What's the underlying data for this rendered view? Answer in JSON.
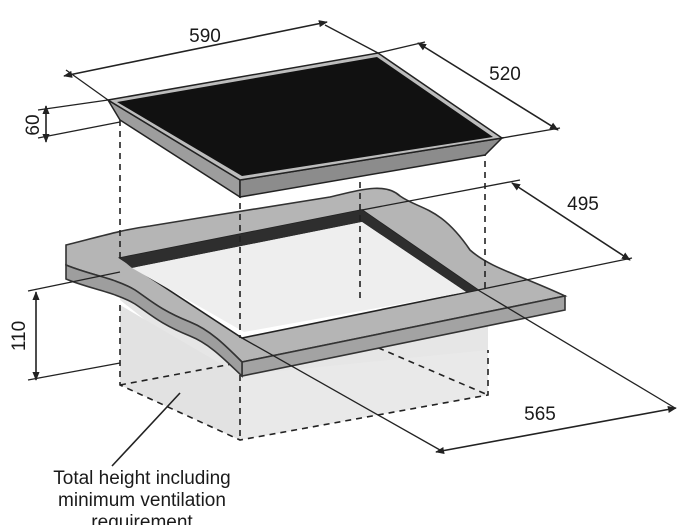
{
  "dimensions": {
    "width_top": "590",
    "depth_top": "520",
    "hob_height": "60",
    "cutout_depth": "495",
    "cutout_height": "110",
    "cutout_width": "565"
  },
  "caption": {
    "line1": "Total height including",
    "line2": "minimum ventilation",
    "line3": "requirement"
  },
  "colors": {
    "hob_surface": "#111111",
    "hob_edge": "#bdbdbd",
    "countertop": "#b5b5b5",
    "cabinet_fill": "#e6e6e6",
    "cutout_shadow": "#2e2e2e",
    "line": "#222222"
  }
}
